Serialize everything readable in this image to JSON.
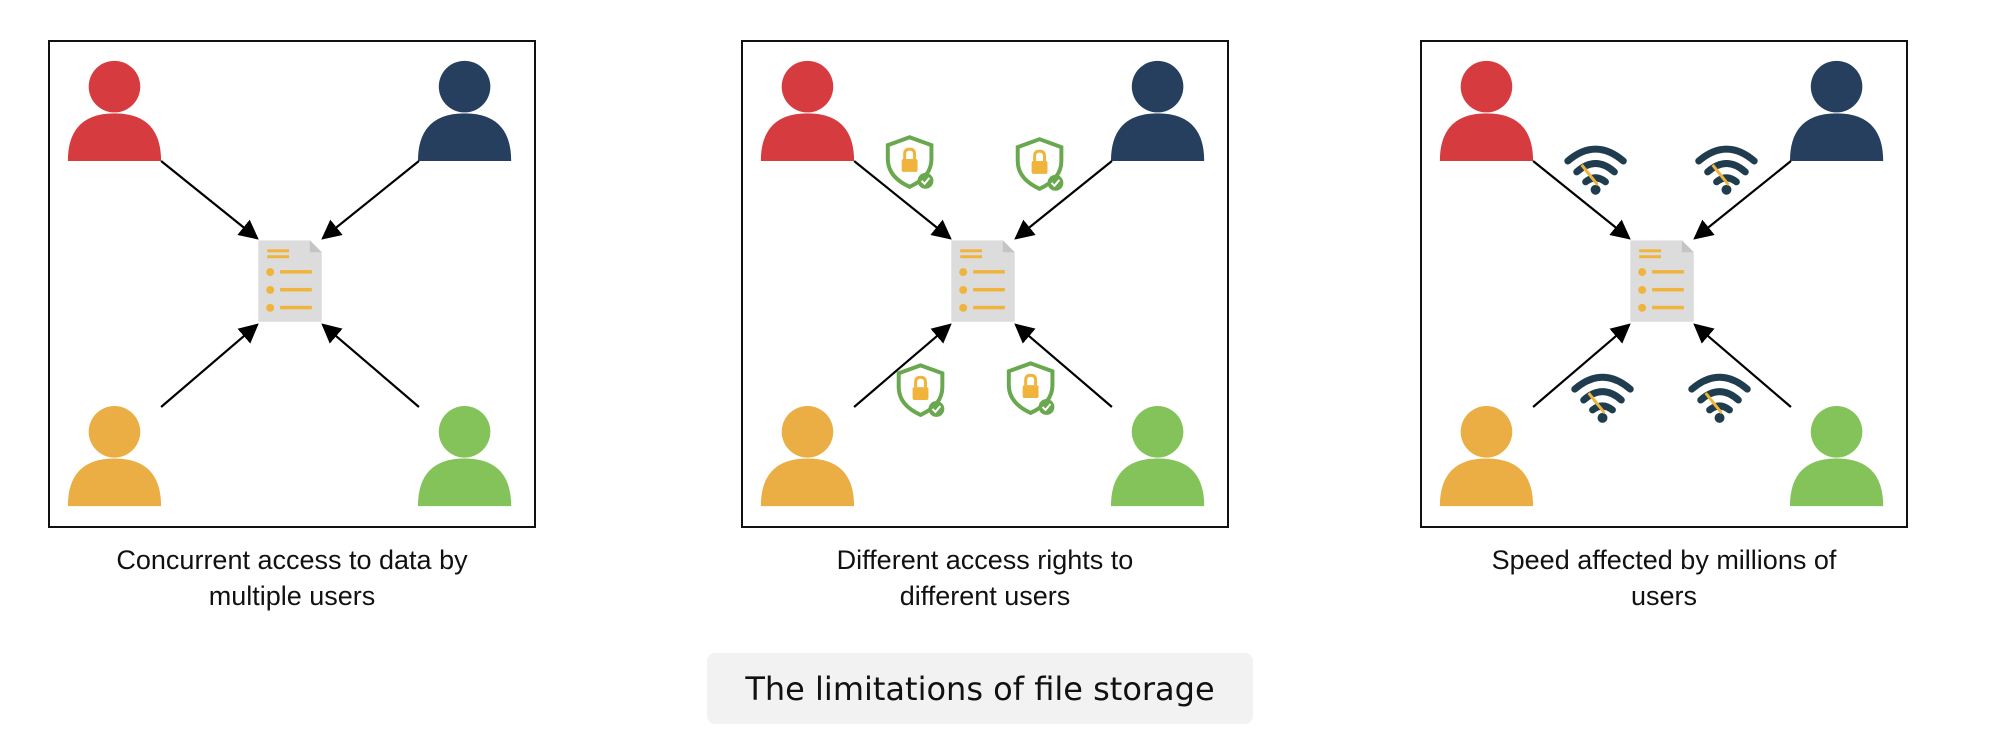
{
  "panels": [
    {
      "caption_line1": "Concurrent access to data by",
      "caption_line2": "multiple users",
      "badge": "none"
    },
    {
      "caption_line1": "Different access rights to",
      "caption_line2": "different users",
      "badge": "shield-lock-icon"
    },
    {
      "caption_line1": "Speed affected by millions of",
      "caption_line2": "users",
      "badge": "wifi-icon"
    }
  ],
  "footer": {
    "title": "The limitations of file storage"
  },
  "colors": {
    "user_top_left": "#d63b3f",
    "user_top_right": "#263f5e",
    "user_bottom_left": "#eaae45",
    "user_bottom_right": "#84c25a",
    "document": "#dcdcdc",
    "document_lines": "#f0b43c",
    "shield": "#6aa84f",
    "lock": "#f0b43c",
    "wifi": "#1f3d4f"
  }
}
